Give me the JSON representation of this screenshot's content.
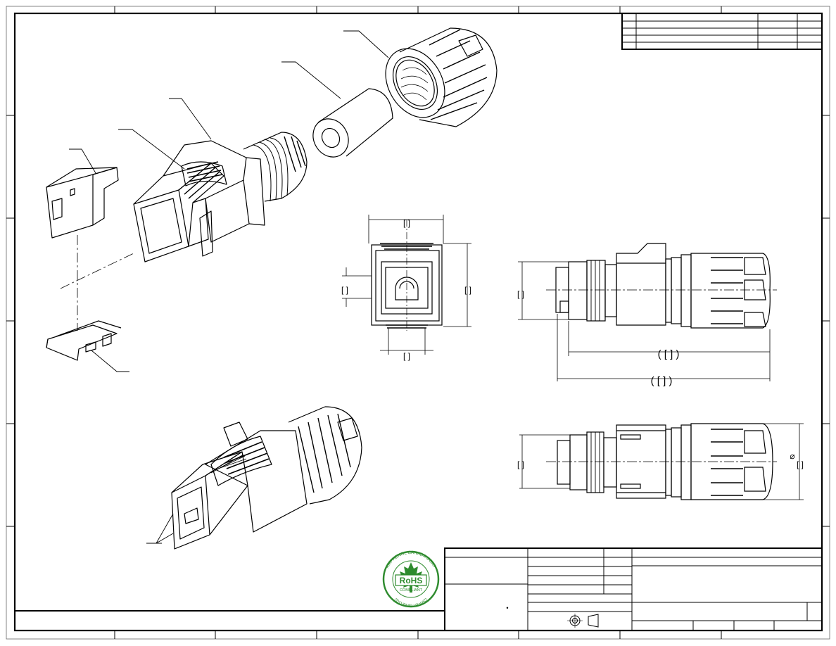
{
  "drawing": {
    "type": "engineering-drawing",
    "content": "exploded connector assembly with dimensioned orthographic views",
    "line_color": "#000000",
    "paper_color": "#ffffff"
  },
  "dimensions": {
    "front_width": "[    ]",
    "front_height": "[    ]",
    "front_left": "[    ]",
    "front_bottom": "[    ]",
    "side_height": "[    ]",
    "side_length_1": "(  [    ]  )",
    "side_length_2": "(  [    ]  )",
    "bottom_height": "[    ]",
    "diameter_symbol": "⌀",
    "diameter_value": "[    ]"
  },
  "title_block": {
    "dot_mark": "•"
  },
  "rohs_stamp": {
    "center": "RoHS",
    "sub": "COMPLIANT",
    "ring_top": "AMPHENOL CANADA CORP",
    "ring_bottom": "2011/65/EU RoHS2",
    "color": "#2e8b2e"
  }
}
